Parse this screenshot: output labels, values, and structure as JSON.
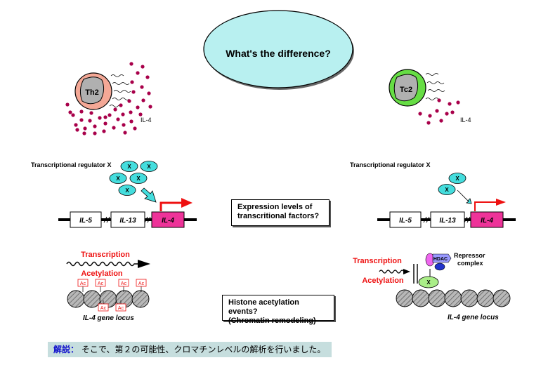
{
  "title": "What's the difference?",
  "left": {
    "cell_label": "Th2",
    "cytokine_label": "IL-4",
    "regulator_label": "Transcriptional regulator X",
    "factor_label": "X",
    "genes": [
      "IL-5",
      "IL-13",
      "IL-4"
    ],
    "transcription_label": "Transcription",
    "acetylation_label": "Acetylation",
    "acetyl_mark_label": "Ac",
    "locus_label": "IL-4  gene locus"
  },
  "right": {
    "cell_label": "Tc2",
    "cytokine_label": "IL-4",
    "regulator_label": "Transcriptional regulator X",
    "factor_label": "X",
    "genes": [
      "IL-5",
      "IL-13",
      "IL-4"
    ],
    "transcription_label": "Transcription",
    "acetylation_label": "Acetylation",
    "hdac_label": "HDAC",
    "repressor_label_1": "Repressor",
    "repressor_label_2": "complex",
    "locus_label": "IL-4  gene locus"
  },
  "questions": {
    "q1_line1": "Expression levels of",
    "q1_line2": "transcritional factors?",
    "q2_line1": "Histone acetylation events?",
    "q2_line2": "(Chromatin remodeling)"
  },
  "note": {
    "key": "解説：",
    "text": " そこで、第２の可能性、クロマチンレベルの解析を行いました。"
  },
  "colors": {
    "th2_cell": "#f4a896",
    "tc2_cell": "#66dd44",
    "nucleus": "#b0b0b0",
    "dots": "#a8004a",
    "ellipse": "#b8f0f0",
    "factor_x": "#44dddd",
    "il4_gene": "#ee3399",
    "arrow_red": "#ee1111",
    "hdac": "#9999ff",
    "repressor_pink": "#ee66ee",
    "repressor_blue": "#2233cc",
    "x_green": "#aaee88",
    "note_bg": "#c6dede"
  }
}
